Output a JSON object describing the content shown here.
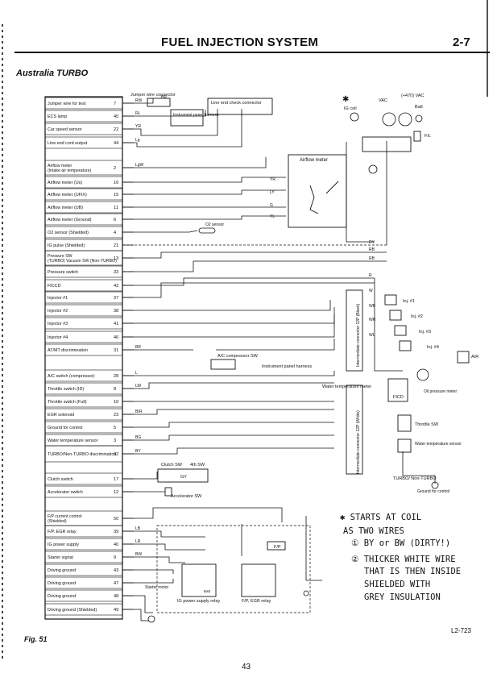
{
  "header": {
    "title": "FUEL INJECTION SYSTEM",
    "page_section": "2-7"
  },
  "subtitle": "Australia TURBO",
  "ecu_pins": [
    {
      "label": "Jumper wire for test",
      "pin": "7"
    },
    {
      "label": "ECS lamp",
      "pin": "45"
    },
    {
      "label": "Car speed sensor",
      "pin": "22"
    },
    {
      "label": "Line end cord output",
      "pin": "44"
    },
    {
      "label": "Airflow meter (Intake air temperature)",
      "pin": "2"
    },
    {
      "label": "Airflow meter (Us)",
      "pin": "16"
    },
    {
      "label": "Airflow meter (UFIX)",
      "pin": "15"
    },
    {
      "label": "Airflow meter (UB)",
      "pin": "11"
    },
    {
      "label": "Airflow meter (Ground)",
      "pin": "6"
    },
    {
      "label": "O2 sensor (Shielded)",
      "pin": "4"
    },
    {
      "label": "IG pulse (Shielded)",
      "pin": "21"
    },
    {
      "label": "Pressure SW (TURBO) Vacuum SW (Non-TURBO)",
      "pin": "13"
    },
    {
      "label": "Pressure switch",
      "pin": "33"
    },
    {
      "label": "FICCD",
      "pin": "42"
    },
    {
      "label": "Injector #1",
      "pin": "37"
    },
    {
      "label": "Injector #2",
      "pin": "38"
    },
    {
      "label": "Injector #3",
      "pin": "41"
    },
    {
      "label": "Injector #4",
      "pin": "46"
    },
    {
      "label": "AT/MT discrimination",
      "pin": "31"
    },
    {
      "label": "A/C switch (compressor)",
      "pin": "28"
    },
    {
      "label": "Throttle switch (ID)",
      "pin": "8"
    },
    {
      "label": "Throttle switch (Full)",
      "pin": "10"
    },
    {
      "label": "EGR solenoid",
      "pin": "23"
    },
    {
      "label": "Ground for control",
      "pin": "5"
    },
    {
      "label": "Water temperature sensor",
      "pin": "3"
    },
    {
      "label": "TURBO/Non-TURBO discrimination",
      "pin": "32"
    },
    {
      "label": "Clutch switch",
      "pin": "17"
    },
    {
      "label": "Accelerator switch",
      "pin": "12"
    },
    {
      "label": "F/P current control (Shielded)",
      "pin": "50"
    },
    {
      "label": "F/P, EGR relay",
      "pin": "39"
    },
    {
      "label": "IG power supply",
      "pin": "40"
    },
    {
      "label": "Starter signal",
      "pin": "9"
    },
    {
      "label": "Driving ground",
      "pin": "43"
    },
    {
      "label": "Driving ground",
      "pin": "47"
    },
    {
      "label": "Driving ground",
      "pin": "48"
    },
    {
      "label": "Driving ground (Shielded)",
      "pin": "49"
    }
  ],
  "components": {
    "jumper_connector": "Jumper wire connector",
    "line_end": "Line end check connector",
    "instrument_harness": "Instrument panel harness",
    "airflow_meter": "Airflow meter",
    "o2_sensor": "O2 sensor",
    "ig_coil": "IG coil",
    "vac": "VAC",
    "vac_470": "(+470) VAC",
    "batt": "Batt",
    "fl": "F/L",
    "intermediate_12p": "Intermediate connector 12P (Black)",
    "intermediate_12p_white": "Intermediate connector 12P (White)",
    "inj1": "Inj. #1",
    "inj2": "Inj. #2",
    "inj3": "Inj. #3",
    "inj4": "Inj. #4",
    "air": "AIR",
    "ac_sw": "A/C compressor SW",
    "instrument_harness2": "Instrument panel harness",
    "water_temp_meter": "Water temperature meter",
    "ficd": "FICD",
    "oil_pressure": "Oil pressure meter",
    "throttle_sw": "Throttle SW",
    "water_temp_sensor": "Water temperature sensor",
    "clutch_sw": "Clutch SW",
    "fourth_sw": "4th SW",
    "gy": "GY",
    "accel_sw": "Accelerator SW",
    "turbo": "TURBO/ Non-TURBO",
    "ground": "Ground for control",
    "fp": "F/P",
    "ig_relay": "IG power supply relay",
    "fp_relay": "F/P, EGR relay",
    "batt2": "Batt",
    "starter": "Starter motor"
  },
  "wire_colors": [
    "RW",
    "BR",
    "RL",
    "YR",
    "Lg",
    "LgW",
    "YR",
    "LY",
    "G",
    "YL",
    "RY",
    "RB",
    "RB",
    "R",
    "W",
    "WB",
    "WR",
    "WL",
    "BR",
    "L",
    "LW",
    "BrR",
    "BG",
    "BY",
    "LB",
    "LR",
    "BW"
  ],
  "handwritten_notes": [
    "✱ STARTS AT COIL",
    "AS TWO WIRES",
    "① BY or BW (DIRTY!)",
    "② THICKER WHITE WIRE",
    "THAT IS THEN INSIDE",
    "SHIELDED WITH",
    "GREY INSULATION"
  ],
  "footer": {
    "fig": "Fig. 51",
    "code": "L2-723",
    "page": "43"
  }
}
